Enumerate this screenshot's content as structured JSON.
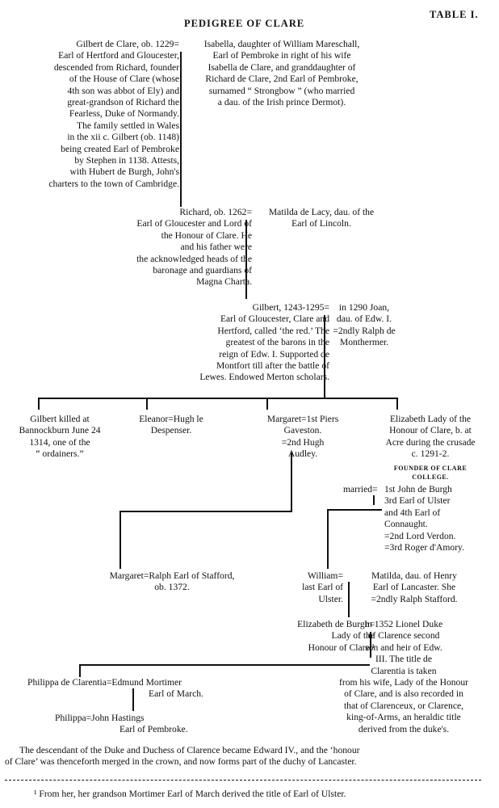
{
  "header": {
    "title": "PEDIGREE OF CLARE",
    "table_label": "TABLE I."
  },
  "gen1": {
    "gilbert": "Gilbert de Clare, ob. 1229=\nEarl of Hertford and Gloucester,\ndescended from Richard, founder\nof the House of Clare (whose\n4th son was abbot of Ely) and\ngreat-grandson of Richard the\nFearless, Duke of Normandy.\nThe family settled in Wales\nin the xii c. Gilbert (ob. 1148)\nbeing created Earl of Pembroke\nby Stephen in 1138.  Attests,\nwith Hubert de Burgh, John's\ncharters to the town of Cambridge.",
    "isabella": "Isabella, daughter of William Mareschall,\nEarl of Pembroke in right of his wife\nIsabella de Clare, and granddaughter of\nRichard de Clare, 2nd Earl of Pembroke,\nsurnamed “ Strongbow ” (who married\na dau. of the Irish prince Dermot)."
  },
  "gen2": {
    "richard": "Richard, ob. 1262=\nEarl of Gloucester and Lord of\nthe Honour of Clare.  He\nand his father were\nthe acknowledged heads of the\nbaronage and guardians of\nMagna Charta.",
    "matilda": "Matilda de Lacy, dau. of the\nEarl of Lincoln."
  },
  "gen3": {
    "gilbert": "Gilbert, 1243-1295=\nEarl of Gloucester, Clare and\nHertford, called ‘the red.’  The\ngreatest of the barons in the\nreign of Edw. I.  Supported de\nMontfort till after the battle of\nLewes. Endowed Merton scholars.",
    "joan": "in 1290 Joan,\ndau. of Edw. I.\n=2ndly Ralph de\nMonthermer."
  },
  "gen4": {
    "gilbert": "Gilbert killed at\nBannockburn June 24\n1314, one of the\n“ ordainers.”",
    "eleanor": "Eleanor=Hugh le\nDespenser.",
    "margaret": "Margaret=1st Piers\nGaveston.\n=2nd Hugh\nAudley.",
    "elizabeth": "Elizabeth Lady of the\nHonour of Clare, b. at\nAcre during the crusade\nc. 1291-2.",
    "founder": "FOUNDER OF CLARE\nCOLLEGE.",
    "married_prefix": "married=",
    "husbands": "1st John de Burgh\n3rd Earl of Ulster\nand 4th Earl of\nConnaught.\n=2nd Lord Verdon.\n=3rd Roger d'Amory."
  },
  "gen5": {
    "margaret": "Margaret=Ralph Earl of Stafford,\nob. 1372.",
    "william": "William=\nlast Earl of\nUlster.",
    "matilda": "Matilda, dau. of Henry\nEarl of Lancaster.  She\n=2ndly Ralph Stafford."
  },
  "gen6": {
    "elizabeth": "Elizabeth de Burgh=\nLady of the\nHonour of Clare.¹",
    "lionel": "in 1352 Lionel Duke\nof Clarence second\nson and heir of Edw.\nIII.  The title de\nClarentia is taken\nfrom his wife, Lady of the Honour\nof Clare, and is also recorded in\nthat of Clarenceux, or Clarence,\nking-of-Arms, an heraldic title\nderived from the duke's."
  },
  "gen7": {
    "philippa": "Philippa de Clarentia=Edmund Mortimer\nEarl of March.",
    "philippa_jr": "Philippa=John Hastings\nEarl of Pembroke."
  },
  "conclusion": "The descendant of the Duke and Duchess of Clarence became Edward IV., and the ‘honour\nof Clare’ was thenceforth merged in the crown, and now forms part of the duchy of Lancaster.",
  "footnote": "¹  From her, her grandson Mortimer Earl of March derived the title of Earl of Ulster."
}
